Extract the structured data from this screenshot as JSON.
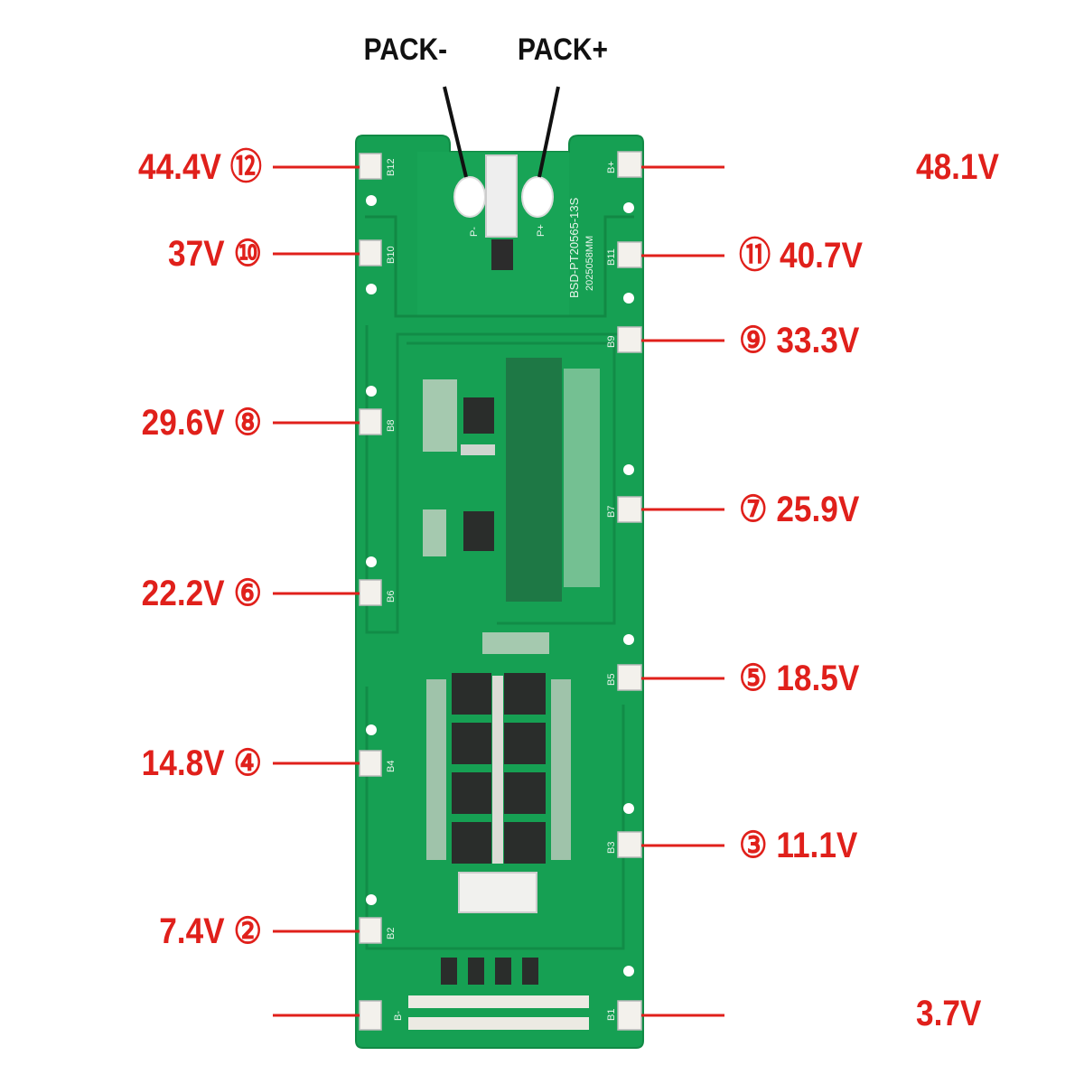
{
  "header": {
    "pack_minus": "PACK-",
    "pack_plus": "PACK+"
  },
  "board": {
    "model_text": "BSD-PT20565-13S",
    "model_text_2": "2025058MM",
    "pad_labels": [
      "B12",
      "B10",
      "B8",
      "B6",
      "B4",
      "B2",
      "B-",
      "B+",
      "B11",
      "B9",
      "B7",
      "B5",
      "B3",
      "B1",
      "P-",
      "P+"
    ]
  },
  "taps": {
    "t12": {
      "num": "⑫",
      "voltage": "44.4V"
    },
    "t10": {
      "num": "⑩",
      "voltage": "37V"
    },
    "t8": {
      "num": "⑧",
      "voltage": "29.6V"
    },
    "t6": {
      "num": "⑥",
      "voltage": "22.2V"
    },
    "t4": {
      "num": "④",
      "voltage": "14.8V"
    },
    "t2": {
      "num": "②",
      "voltage": "7.4V"
    },
    "bplus": {
      "voltage": "48.1V"
    },
    "t11": {
      "num": "⑪",
      "voltage": "40.7V"
    },
    "t9": {
      "num": "⑨",
      "voltage": "33.3V"
    },
    "t7": {
      "num": "⑦",
      "voltage": "25.9V"
    },
    "t5": {
      "num": "⑤",
      "voltage": "18.5V"
    },
    "t3": {
      "num": "③",
      "voltage": "11.1V"
    },
    "bminus": {
      "voltage": "3.7V"
    }
  },
  "colors": {
    "pcb": "#16a053",
    "trace": "#138d48",
    "label_red": "#e0201b",
    "pad": "#f3f1ec",
    "mosfet": "#2a2d2b"
  }
}
